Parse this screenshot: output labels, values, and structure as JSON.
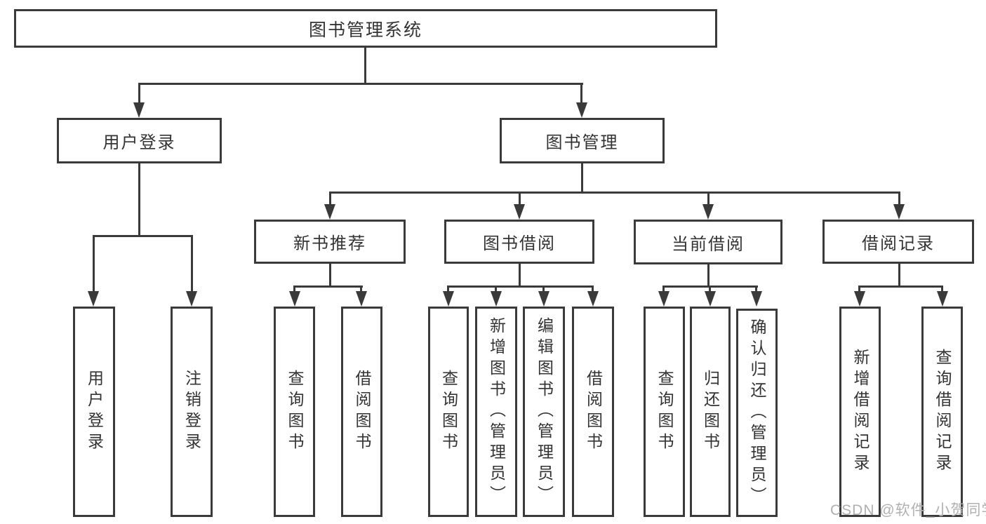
{
  "tree": {
    "root": {
      "label": "图书管理系统"
    },
    "branches": [
      {
        "label": "用户登录",
        "children": [
          {
            "label": "用户登录"
          },
          {
            "label": "注销登录"
          }
        ]
      },
      {
        "label": "图书管理",
        "children": [
          {
            "label": "新书推荐",
            "children": [
              {
                "label": "查询图书"
              },
              {
                "label": "借阅图书"
              }
            ]
          },
          {
            "label": "图书借阅",
            "children": [
              {
                "label": "查询图书"
              },
              {
                "label": "新增图书（管理员）"
              },
              {
                "label": "编辑图书（管理员）"
              },
              {
                "label": "借阅图书"
              }
            ]
          },
          {
            "label": "当前借阅",
            "children": [
              {
                "label": "查询图书"
              },
              {
                "label": "归还图书"
              },
              {
                "label": "确认归还（管理员）"
              }
            ]
          },
          {
            "label": "借阅记录",
            "children": [
              {
                "label": "新增借阅记录"
              },
              {
                "label": "查询借阅记录"
              }
            ]
          }
        ]
      }
    ]
  },
  "watermark": {
    "text": "CSDN @软件_小贺同学"
  },
  "colors": {
    "line": "#3a3a3a",
    "text": "#333333",
    "watermark": "#b0b0b0",
    "box_fill": "#ffffff"
  }
}
